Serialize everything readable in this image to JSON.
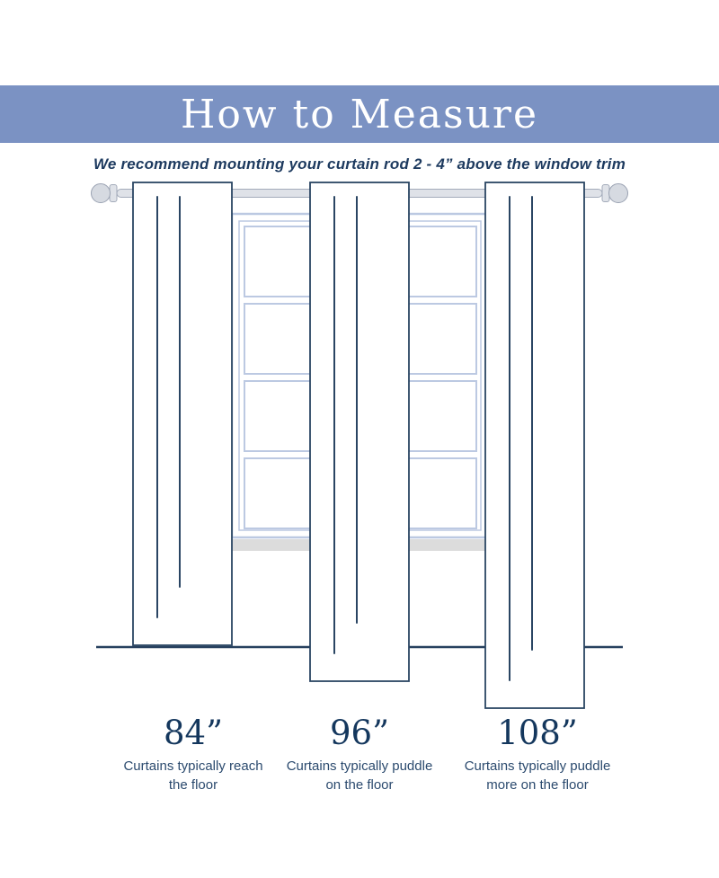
{
  "header": {
    "title": "How to Measure",
    "bg_color": "#7b92c3",
    "text_color": "#ffffff"
  },
  "subtitle": "We recommend mounting your curtain rod 2 - 4” above the window trim",
  "illustration": {
    "outline_color": "#2a4563",
    "window_color": "#bcc9e2",
    "rod_color": "#dfe2e8",
    "rod_edge_color": "#a3abba",
    "sill_color": "#dcdcdc",
    "floor_color": "#27415f"
  },
  "measurements": [
    {
      "size": "84”",
      "desc_line1": "Curtains typically reach",
      "desc_line2": "the floor"
    },
    {
      "size": "96”",
      "desc_line1": "Curtains typically puddle",
      "desc_line2": "on the floor"
    },
    {
      "size": "108”",
      "desc_line1": "Curtains typically puddle",
      "desc_line2": "more on the floor"
    }
  ]
}
